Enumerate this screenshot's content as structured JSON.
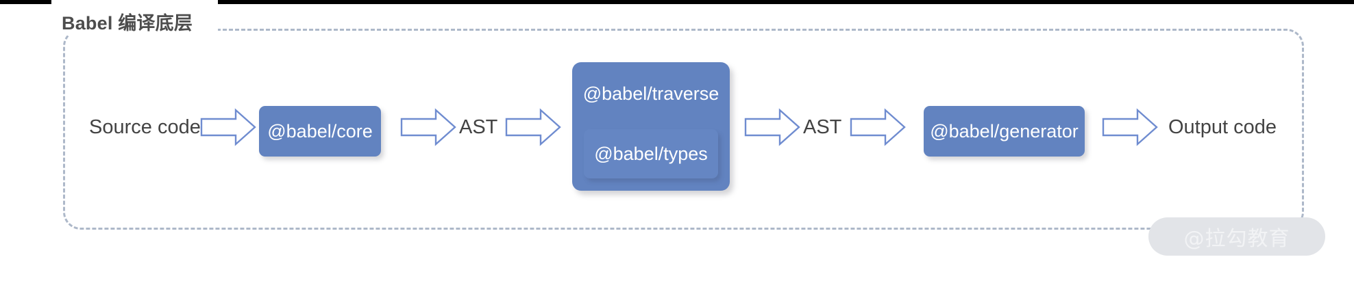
{
  "page": {
    "title": "Babel 编译底层",
    "background_color": "#ffffff",
    "accent_blue": "#6283c0",
    "arrow_outline_color": "#6f8cd0",
    "dash_border_color": "#adb8c9",
    "text_color": "#434343"
  },
  "top_bar": {
    "color": "#000000",
    "notch_color": "#ffffff"
  },
  "flow": {
    "source_label": "Source code",
    "core_label": "@babel/core",
    "ast_label_1": "AST",
    "traverse_label": "@babel/traverse",
    "types_label": "@babel/types",
    "ast_label_2": "AST",
    "generator_label": "@babel/generator",
    "output_label": "Output code"
  },
  "arrows": {
    "arrow_1_name": "right-arrow-icon",
    "arrow_2_name": "right-arrow-icon",
    "arrow_3_name": "right-arrow-icon",
    "arrow_4_name": "right-arrow-icon",
    "arrow_5_name": "right-arrow-icon",
    "arrow_6_name": "right-arrow-icon"
  },
  "watermark": {
    "text": "@拉勾教育",
    "pill_color": "#e2e4e8",
    "text_color": "#f2f3f5"
  }
}
